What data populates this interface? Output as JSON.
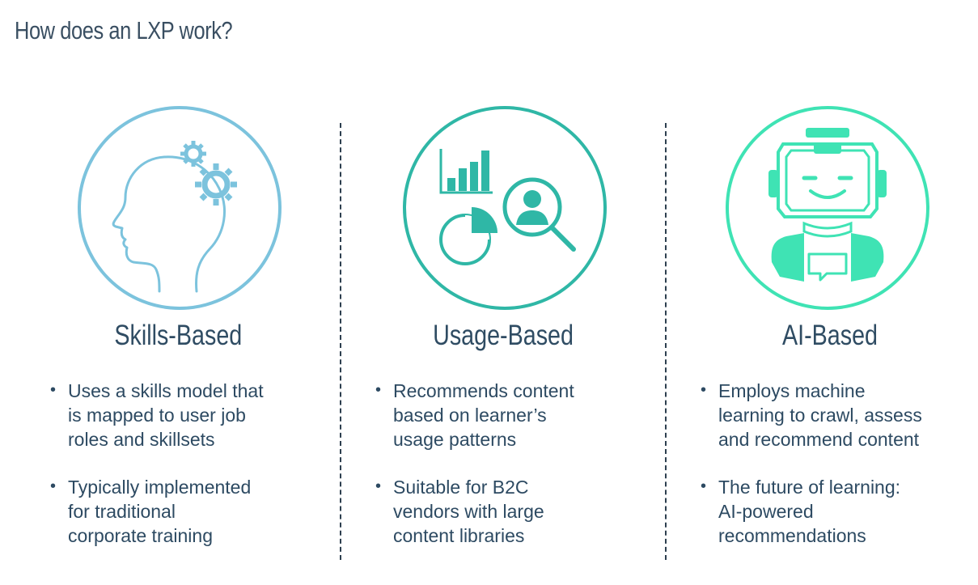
{
  "title": "How does an LXP work?",
  "columns": [
    {
      "heading": "Skills-Based",
      "icon": "head-gears-icon",
      "color": "#7cc3dd",
      "bullets": [
        [
          "Uses a skills model that",
          "is mapped to user job",
          "roles and skillsets"
        ],
        [
          "Typically implemented",
          "for traditional",
          "corporate training"
        ]
      ]
    },
    {
      "heading": "Usage-Based",
      "icon": "analytics-search-icon",
      "color": "#2fb7a6",
      "bullets": [
        [
          "Recommends content",
          "based on learner’s",
          "usage patterns"
        ],
        [
          "Suitable for B2C",
          "vendors with large",
          "content libraries"
        ]
      ]
    },
    {
      "heading": "AI-Based",
      "icon": "robot-icon",
      "color": "#3fe3b4",
      "bullets": [
        [
          "Employs machine",
          "learning to crawl, assess",
          "and recommend content"
        ],
        [
          "The future of learning:",
          "AI-powered",
          "recommendations"
        ]
      ]
    }
  ]
}
